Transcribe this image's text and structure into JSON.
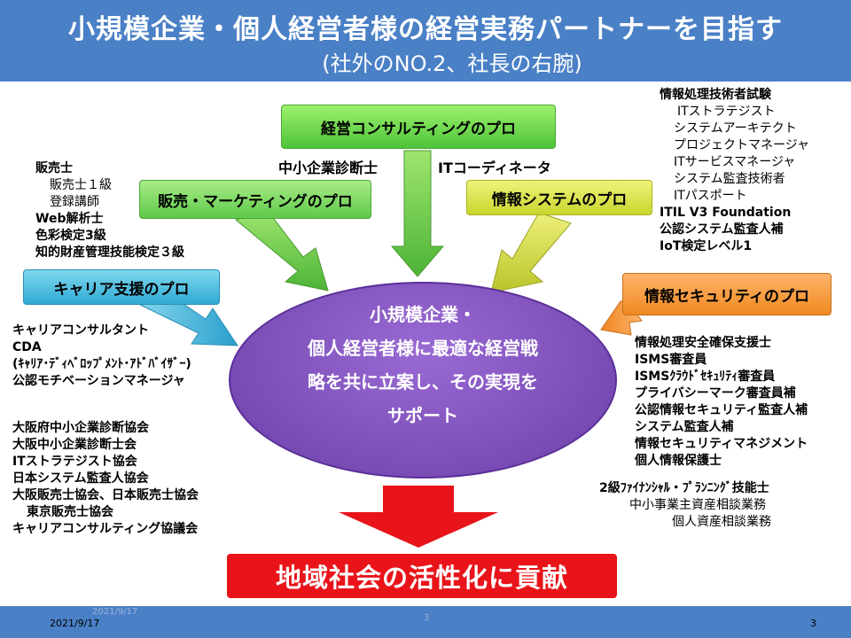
{
  "header": {
    "title": "小規模企業・個人経営者様の経営実務パートナーを目指す",
    "subtitle": "(社外のNO.2、社長の右腕)"
  },
  "boxes": {
    "consulting": "経営コンサルティングのプロ",
    "sales": "販売・マーケティングのプロ",
    "infosys": "情報システムのプロ",
    "career": "キャリア支援のプロ",
    "security": "情報セキュリティのプロ"
  },
  "labels": {
    "smec": "中小企業診断士",
    "itc": "ITコーディネータ"
  },
  "center": {
    "lines": [
      "小規模企業・",
      "個人経営者様に最適な経営戦",
      "略を共に立案し、その実現を",
      "サポート"
    ]
  },
  "result": "地域社会の活性化に貢献",
  "it_exam": {
    "title": "情報処理技術者試験",
    "items": [
      "ITストラテジスト",
      "システムアーキテクト",
      "プロジェクトマネージャ",
      "ITサービスマネージャ",
      "システム監査技術者",
      "ITパスポート"
    ],
    "extra": [
      "ITIL V3 Foundation",
      "公認システム監査人補",
      "IoT検定レベル1"
    ]
  },
  "sales_quals": {
    "title": "販売士",
    "items": [
      "販売士１級",
      "登録講師"
    ],
    "extra": [
      "Web解析士",
      "色彩検定3級",
      "知的財産管理技能検定３級"
    ]
  },
  "career_quals": [
    "キャリアコンサルタント",
    "CDA",
    "(ｷｬﾘｱ･ﾃﾞｨﾍﾞﾛｯﾌﾟﾒﾝﾄ･ｱﾄﾞﾊﾞｲｻﾞｰ)",
    "公認モチベーションマネージャ"
  ],
  "associations": [
    "大阪府中小企業診断協会",
    "大阪中小企業診断士会",
    "ITストラテジスト協会",
    "日本システム監査人協会",
    "大阪販売士協会、日本販売士協会",
    "東京販売士協会",
    "キャリアコンサルティング協議会"
  ],
  "security_quals": [
    "情報処理安全確保支援士",
    "ISMS審査員",
    "ISMSｸﾗｳﾄﾞｾｷｭﾘﾃｨ審査員",
    "プライバシーマーク審査員補",
    "公認情報セキュリティ監査人補",
    "システム監査人補",
    "情報セキュリティマネジメント",
    "個人情報保護士"
  ],
  "fp": {
    "title": "2級ﾌｧｲﾅﾝｼｬﾙ・ﾌﾟﾗﾝﾆﾝｸﾞ技能士",
    "items": [
      "中小事業主資産相談業務",
      "個人資産相談業務"
    ]
  },
  "footer": {
    "date": "2021/9/17",
    "date_ghost": "2021/9/17",
    "mid": "3",
    "page": "3"
  }
}
